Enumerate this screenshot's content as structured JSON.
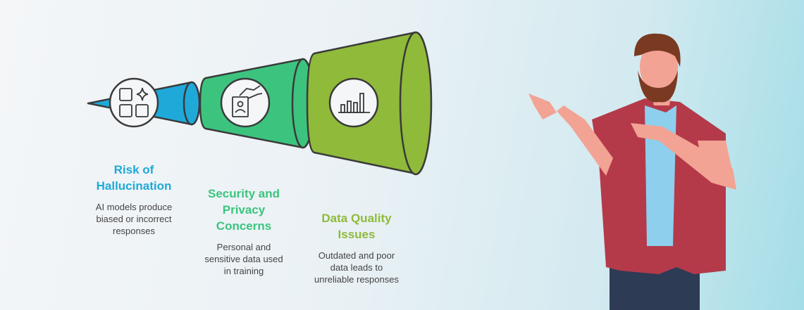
{
  "stages": [
    {
      "title_lines": [
        "Risk of",
        "Hallucination"
      ],
      "description_lines": [
        "AI models produce",
        "biased or incorrect",
        "responses"
      ],
      "color": "#1fa9d9",
      "icon": "apps-sparkle-icon"
    },
    {
      "title_lines": [
        "Security and",
        "Privacy",
        "Concerns"
      ],
      "description_lines": [
        "Personal and",
        "sensitive data used",
        "in training"
      ],
      "color": "#3cc47e",
      "icon": "id-card-hand-icon"
    },
    {
      "title_lines": [
        "Data Quality",
        "Issues"
      ],
      "description_lines": [
        "Outdated and poor",
        "data leads to",
        "unreliable responses"
      ],
      "color": "#8fba3a",
      "icon": "bar-chart-icon"
    }
  ]
}
